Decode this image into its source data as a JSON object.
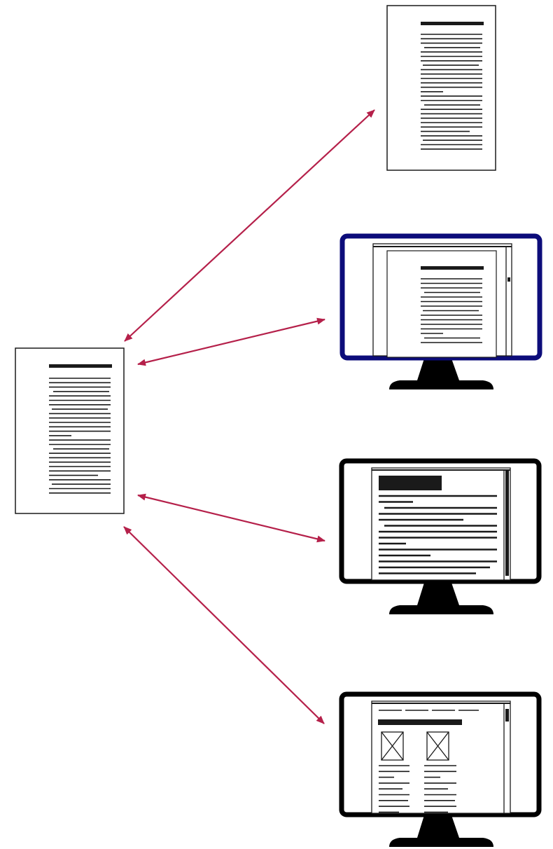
{
  "diagram": {
    "description_free": true,
    "colors": {
      "arrow": "#b5204a",
      "ink": "#1a1a1a",
      "monitor_frame_primary": "#0c0c7a",
      "monitor_frame_default": "#000000",
      "paper": "#ffffff"
    },
    "source_document": {
      "icon": "document-page-icon"
    },
    "targets": [
      {
        "id": "printed-page",
        "icon": "printed-page-icon"
      },
      {
        "id": "monitor-page-view",
        "icon": "monitor-page-view-icon",
        "frame": "primary"
      },
      {
        "id": "monitor-reflow-view",
        "icon": "monitor-reflow-view-icon",
        "frame": "default"
      },
      {
        "id": "monitor-web-layout",
        "icon": "monitor-web-layout-icon",
        "frame": "default"
      }
    ],
    "connectors": [
      {
        "from": "source_document",
        "to": "printed-page",
        "bidirectional": true
      },
      {
        "from": "source_document",
        "to": "monitor-page-view",
        "bidirectional": true
      },
      {
        "from": "source_document",
        "to": "monitor-reflow-view",
        "bidirectional": true
      },
      {
        "from": "source_document",
        "to": "monitor-web-layout",
        "bidirectional": true
      }
    ]
  }
}
